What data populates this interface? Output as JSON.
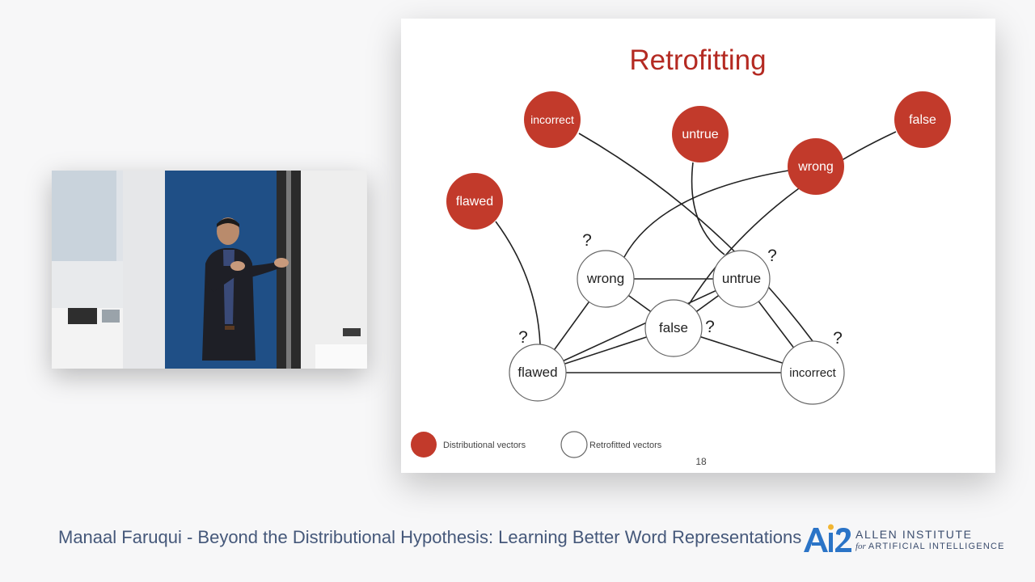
{
  "slide": {
    "title": "Retrofitting",
    "page_number": "18",
    "colors": {
      "distributional": "#c23a2b",
      "retrofitted": "#ffffff",
      "title": "#b42a22"
    },
    "nodes": [
      {
        "id": "d_incorrect",
        "label": "incorrect",
        "kind": "distributional"
      },
      {
        "id": "d_untrue",
        "label": "untrue",
        "kind": "distributional"
      },
      {
        "id": "d_false",
        "label": "false",
        "kind": "distributional"
      },
      {
        "id": "d_wrong",
        "label": "wrong",
        "kind": "distributional"
      },
      {
        "id": "d_flawed",
        "label": "flawed",
        "kind": "distributional"
      },
      {
        "id": "r_wrong",
        "label": "wrong",
        "kind": "retrofitted",
        "mark": "?"
      },
      {
        "id": "r_untrue",
        "label": "untrue",
        "kind": "retrofitted",
        "mark": "?"
      },
      {
        "id": "r_false",
        "label": "false",
        "kind": "retrofitted",
        "mark": "?"
      },
      {
        "id": "r_flawed",
        "label": "flawed",
        "kind": "retrofitted",
        "mark": "?"
      },
      {
        "id": "r_incorrect",
        "label": "incorrect",
        "kind": "retrofitted",
        "mark": "?"
      }
    ],
    "edges": [
      [
        "d_incorrect",
        "r_incorrect"
      ],
      [
        "d_untrue",
        "r_untrue"
      ],
      [
        "d_false",
        "r_false"
      ],
      [
        "d_wrong",
        "r_wrong"
      ],
      [
        "d_flawed",
        "r_flawed"
      ],
      [
        "r_wrong",
        "r_untrue"
      ],
      [
        "r_wrong",
        "r_false"
      ],
      [
        "r_wrong",
        "r_flawed"
      ],
      [
        "r_untrue",
        "r_false"
      ],
      [
        "r_untrue",
        "r_incorrect"
      ],
      [
        "r_false",
        "r_flawed"
      ],
      [
        "r_false",
        "r_incorrect"
      ],
      [
        "r_flawed",
        "r_incorrect"
      ],
      [
        "r_flawed",
        "r_untrue"
      ]
    ],
    "legend": [
      {
        "kind": "distributional",
        "label": "Distributional vectors"
      },
      {
        "kind": "retrofitted",
        "label": "Retrofitted vectors"
      }
    ]
  },
  "caption": "Manaal Faruqui - Beyond the Distributional Hypothesis: Learning Better Word Representations",
  "logo": {
    "mark": "AI2",
    "line1": "ALLEN INSTITUTE",
    "for": "for",
    "line2": "ARTIFICIAL INTELLIGENCE",
    "colors": {
      "blue": "#2b74c7",
      "yellow": "#f2b632"
    }
  }
}
